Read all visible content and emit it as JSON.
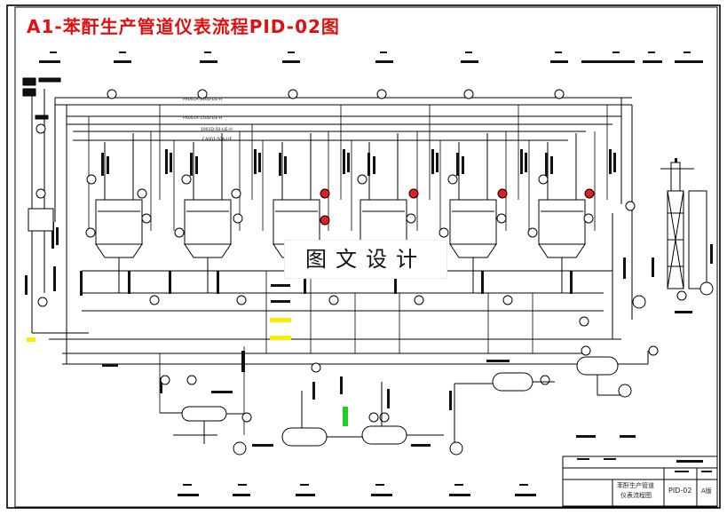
{
  "title": "A1-苯酐生产管道仪表流程PID-02图",
  "watermark": "图文设计",
  "title_block": {
    "drawing_name_line1": "苯酐生产管道",
    "drawing_name_line2": "仪表流程图",
    "drawing_no": "PID-02",
    "sheet_size": "A版"
  },
  "pipe_labels": [
    "PX001A-150D-LIE-H",
    "PX001A-150D-LIE-H",
    "1001D-50-LIE-H",
    "CA001-50A-LIE"
  ],
  "colors": {
    "frame": "#000000",
    "title": "#e01010",
    "instrument_alarm": "#e02020",
    "highlight": "#ffea00",
    "green_pipe": "#22cc22"
  }
}
